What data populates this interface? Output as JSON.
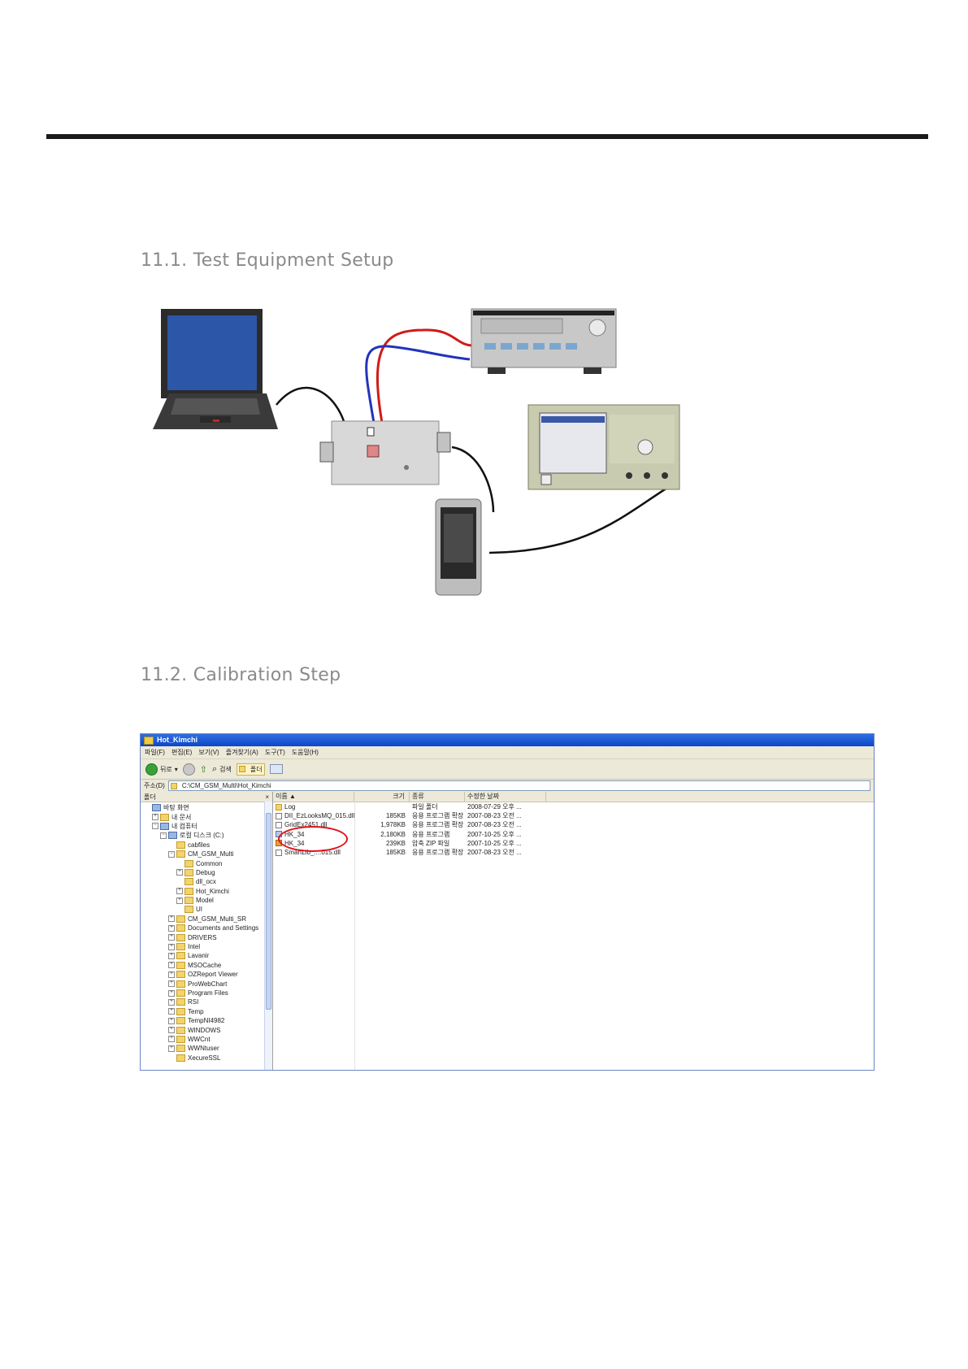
{
  "headings": {
    "setup": "11.1. Test Equipment Setup",
    "calibration": "11.2. Calibration Step"
  },
  "colors": {
    "rule": "#1a1a1a",
    "cable_red": "#d11a1a",
    "cable_blue": "#2233bb",
    "highlight": "#e0121a"
  },
  "explorer": {
    "title": "Hot_Kimchi",
    "menu": [
      "파일(F)",
      "편집(E)",
      "보기(V)",
      "즐겨찾기(A)",
      "도구(T)",
      "도움말(H)"
    ],
    "toolbar": {
      "back": "뒤로",
      "search": "검색",
      "folders": "폴더"
    },
    "address_label": "주소(D)",
    "address": "C:\\CM_GSM_Multi\\Hot_Kimchi",
    "folders_pane_title": "폴더",
    "folders_pane_close": "×",
    "tree": [
      {
        "label": "바탕 화면",
        "indent": 0,
        "toggle": "",
        "icon": "pc"
      },
      {
        "label": "내 문서",
        "indent": 1,
        "toggle": "+",
        "icon": "folder"
      },
      {
        "label": "내 컴퓨터",
        "indent": 1,
        "toggle": "−",
        "icon": "pc"
      },
      {
        "label": "로컬 디스크 (C:)",
        "indent": 2,
        "toggle": "−",
        "icon": "pc"
      },
      {
        "label": "cabfiles",
        "indent": 3,
        "toggle": "",
        "icon": "folder"
      },
      {
        "label": "CM_GSM_Multi",
        "indent": 3,
        "toggle": "−",
        "icon": "folder"
      },
      {
        "label": "Common",
        "indent": 4,
        "toggle": "",
        "icon": "folder"
      },
      {
        "label": "Debug",
        "indent": 4,
        "toggle": "+",
        "icon": "folder"
      },
      {
        "label": "dll_ocx",
        "indent": 4,
        "toggle": "",
        "icon": "folder"
      },
      {
        "label": "Hot_Kimchi",
        "indent": 4,
        "toggle": "+",
        "icon": "folder"
      },
      {
        "label": "Model",
        "indent": 4,
        "toggle": "+",
        "icon": "folder"
      },
      {
        "label": "UI",
        "indent": 4,
        "toggle": "",
        "icon": "folder"
      },
      {
        "label": "CM_GSM_Multi_SR",
        "indent": 3,
        "toggle": "+",
        "icon": "folder"
      },
      {
        "label": "Documents and Settings",
        "indent": 3,
        "toggle": "+",
        "icon": "folder"
      },
      {
        "label": "DRIVERS",
        "indent": 3,
        "toggle": "+",
        "icon": "folder"
      },
      {
        "label": "Intel",
        "indent": 3,
        "toggle": "+",
        "icon": "folder"
      },
      {
        "label": "Lavanir",
        "indent": 3,
        "toggle": "+",
        "icon": "folder"
      },
      {
        "label": "MSOCache",
        "indent": 3,
        "toggle": "+",
        "icon": "folder"
      },
      {
        "label": "OZReport Viewer",
        "indent": 3,
        "toggle": "+",
        "icon": "folder"
      },
      {
        "label": "ProWebChart",
        "indent": 3,
        "toggle": "+",
        "icon": "folder"
      },
      {
        "label": "Program Files",
        "indent": 3,
        "toggle": "+",
        "icon": "folder"
      },
      {
        "label": "RSI",
        "indent": 3,
        "toggle": "+",
        "icon": "folder"
      },
      {
        "label": "Temp",
        "indent": 3,
        "toggle": "+",
        "icon": "folder"
      },
      {
        "label": "TempNI4982",
        "indent": 3,
        "toggle": "+",
        "icon": "folder"
      },
      {
        "label": "WINDOWS",
        "indent": 3,
        "toggle": "+",
        "icon": "folder"
      },
      {
        "label": "WWCnt",
        "indent": 3,
        "toggle": "+",
        "icon": "folder"
      },
      {
        "label": "WWNtuser",
        "indent": 3,
        "toggle": "+",
        "icon": "folder"
      },
      {
        "label": "XecureSSL",
        "indent": 3,
        "toggle": "",
        "icon": "folder"
      }
    ],
    "columns": [
      "이름 ▲",
      "크기",
      "종류",
      "수정한 날짜"
    ],
    "files": [
      {
        "name": "Log",
        "size": "",
        "type": "파일 폴더",
        "date": "2008-07-29 오후 ...",
        "icon": "folder"
      },
      {
        "name": "DII_EzLooksMQ_015.dll",
        "size": "185KB",
        "type": "응용 프로그램 확장",
        "date": "2007-08-23 오전 ...",
        "icon": "file"
      },
      {
        "name": "GridEx2451.dll",
        "size": "1,978KB",
        "type": "응용 프로그램 확장",
        "date": "2007-08-23 오전 ...",
        "icon": "file"
      },
      {
        "name": "HK_34",
        "size": "2,180KB",
        "type": "응용 프로그램",
        "date": "2007-10-25 오후 ...",
        "icon": "exe"
      },
      {
        "name": "HK_34",
        "size": "239KB",
        "type": "압축 ZIP 파일",
        "date": "2007-10-25 오후 ...",
        "icon": "zip"
      },
      {
        "name": "SmartLib_....015.dll",
        "size": "185KB",
        "type": "응용 프로그램 확장",
        "date": "2007-08-23 오전 ...",
        "icon": "file"
      }
    ]
  }
}
